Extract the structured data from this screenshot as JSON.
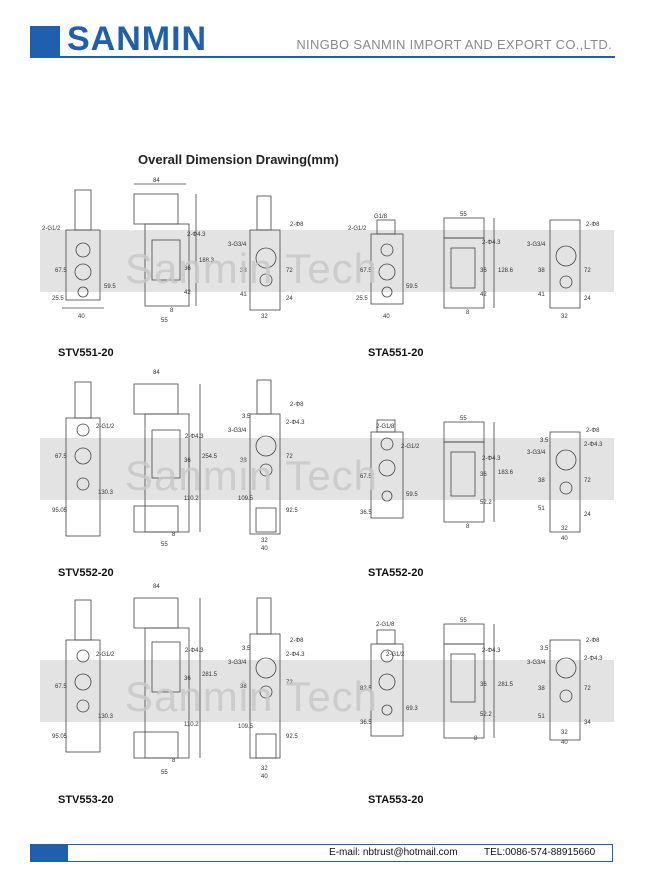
{
  "header": {
    "logo_text": "SANMIN",
    "company": "NINGBO SANMIN IMPORT AND EXPORT CO.,LTD.",
    "brand_color": "#1f5fae"
  },
  "section_title": "Overall Dimension Drawing(mm)",
  "watermark": "Sanmin Tech",
  "models": [
    {
      "code": "STV551-20"
    },
    {
      "code": "STA551-20"
    },
    {
      "code": "STV552-20"
    },
    {
      "code": "STA552-20"
    },
    {
      "code": "STV553-20"
    },
    {
      "code": "STA553-20"
    }
  ],
  "dimensions": {
    "stv551": [
      "2-G1/2",
      "67.5",
      "59.5",
      "25.5",
      "40",
      "84",
      "2-Φ4.3",
      "188.3",
      "36",
      "42",
      "8",
      "55",
      "3-G3/4",
      "2-Φ8",
      "38",
      "72",
      "41",
      "24",
      "32"
    ],
    "sta551": [
      "G1/8",
      "2-G1/2",
      "67.5",
      "59.5",
      "25.5",
      "40",
      "55",
      "2-Φ4.3",
      "128.6",
      "36",
      "42",
      "8",
      "3-G3/4",
      "2-Φ8",
      "38",
      "72",
      "41",
      "24",
      "32"
    ],
    "stv552": [
      "84",
      "2-G1/2",
      "67.5",
      "130.3",
      "95.05",
      "2-Φ4.3",
      "254.5",
      "36",
      "110.2",
      "8",
      "55",
      "3.5",
      "3-G3/4",
      "2-Φ8",
      "2-Φ4.3",
      "38",
      "72",
      "109.5",
      "92.5",
      "32",
      "40"
    ],
    "sta552": [
      "2-G1/8",
      "2-G1/2",
      "67.5",
      "59.5",
      "36.5",
      "55",
      "2-Φ4.3",
      "183.6",
      "36",
      "52.2",
      "8",
      "3.5",
      "3-G3/4",
      "2-Φ8",
      "2-Φ4.3",
      "38",
      "72",
      "51",
      "24",
      "32",
      "40"
    ],
    "stv553": [
      "84",
      "2-G1/2",
      "67.5",
      "130.3",
      "95.05",
      "2-Φ4.3",
      "281.5",
      "36",
      "110.2",
      "8",
      "55",
      "3.5",
      "3-G3/4",
      "2-Φ8",
      "2-Φ4.3",
      "38",
      "72",
      "109.5",
      "92.5",
      "32",
      "40"
    ],
    "sta553": [
      "2-G1/8",
      "2-G1/2",
      "82.5",
      "69.3",
      "36.5",
      "55",
      "2-Φ4.3",
      "281.5",
      "36",
      "52.2",
      "8",
      "3.5",
      "3-G3/4",
      "2-Φ8",
      "2-Φ4.3",
      "38",
      "72",
      "51",
      "34",
      "32",
      "40"
    ]
  },
  "footer": {
    "email": "E-mail: nbtrust@hotmail.com",
    "tel": "TEL:0086-574-88915660"
  }
}
